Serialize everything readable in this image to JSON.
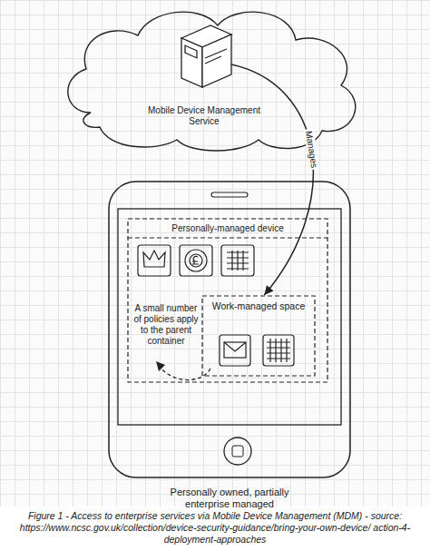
{
  "diagram": {
    "caption": "Figure 1 - Access to enterprise services via Mobile Device Management (MDM) - source: https://www.ncsc.gov.uk/collection/device-security-guidance/bring-your-own-device/ action-4-deployment-approaches",
    "nodes": [
      {
        "text": [
          "Mobile Device Management Service"
        ]
      },
      {
        "text": [
          "Personally owned, partially enterprise managed"
        ]
      },
      {
        "text": [
          "Personally-managed device"
        ],
        "in": 1
      },
      {
        "text": [
          "Work-managed space"
        ],
        "in": 2
      }
    ],
    "edges": [
      {
        "from": 0,
        "to": 3,
        "label": "Manages",
        "arrow": "to"
      }
    ],
    "labels": [
      "A small number of policies apply to the parent container"
    ]
  }
}
